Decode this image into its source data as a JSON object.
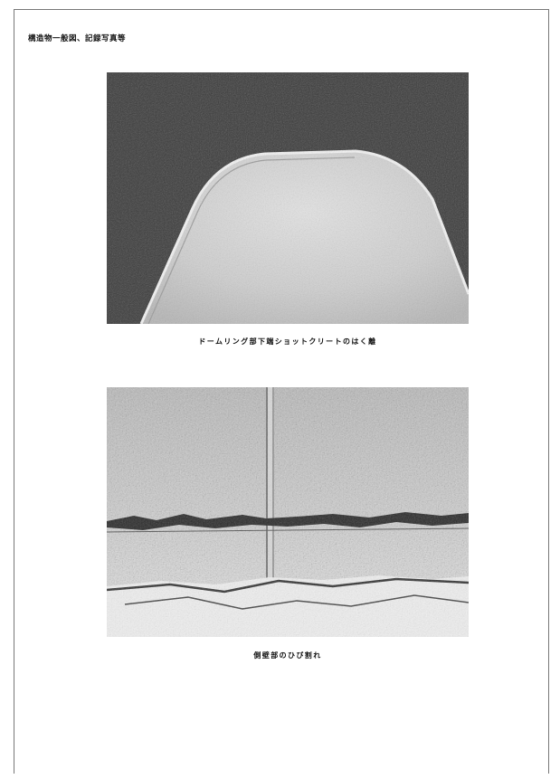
{
  "header": {
    "title": "構造物一般図、記録写真等"
  },
  "photos": [
    {
      "caption": "ドームリング部下端ショットクリートのはく離"
    },
    {
      "caption": "側壁部のひび割れ"
    }
  ]
}
